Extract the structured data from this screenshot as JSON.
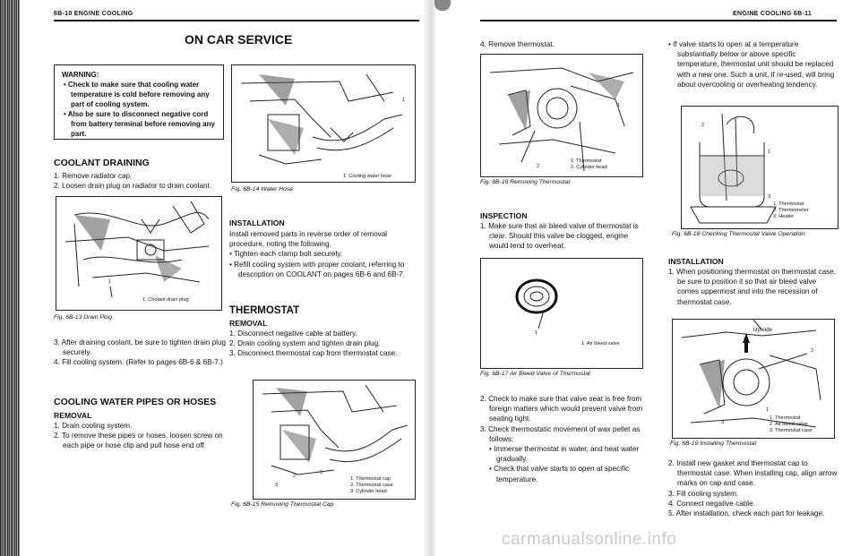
{
  "left_page": {
    "header": "6B-10 ENGINE COOLING",
    "title": "ON CAR SERVICE",
    "warning": {
      "title": "WARNING:",
      "items": [
        "• Check to make sure that cooling water temperature is cold before removing any part of cooling system.",
        "• Also be sure to disconnect negative cord from battery terminal before removing any part."
      ]
    },
    "coolant_draining": {
      "heading": "COOLANT DRAINING",
      "steps": [
        "1. Remove radiator cap.",
        "2. Loosen drain plug on radiator to drain coolant."
      ],
      "steps_after": [
        "3. After draining coolant, be sure to tighten drain plug securely.",
        "4. Fill cooling system. (Refer to pages 6B-6 & 6B-7.)"
      ]
    },
    "fig13": {
      "caption": "Fig. 6B-13 Drain Plug",
      "callout": "1",
      "legend": "1. Coolant drain plug"
    },
    "fig14": {
      "caption": "Fig. 6B-14 Water Hose",
      "callout": "1",
      "legend": "1. Cooling water hose"
    },
    "pipes": {
      "heading": "COOLING WATER PIPES OR HOSES",
      "subheading": "REMOVAL",
      "steps": [
        "1. Drain cooling system.",
        "2. To remove these pipes or hoses, loosen screw on each pipe or hose clip and pull hose end off."
      ]
    },
    "installation": {
      "heading": "INSTALLATION",
      "text": "Install removed parts in reverse order of removal procedure, noting the following.",
      "bullets": [
        "• Tighten each clamp bolt securely.",
        "• Refill cooling system with proper coolant, referring to description on COOLANT on pages 6B-6 and 6B-7."
      ]
    },
    "thermostat": {
      "heading": "THERMOSTAT",
      "subheading": "REMOVAL",
      "steps": [
        "1. Disconnect negative cable at battery.",
        "2. Drain cooling system and tighten drain plug.",
        "3. Disconnect thermostat cap from thermostat case."
      ]
    },
    "fig15": {
      "caption": "Fig. 6B-15 Removing Thermostat Cap",
      "callouts": [
        "1",
        "2",
        "3"
      ],
      "legend": [
        "1. Thermostat cap",
        "2. Thermostat case",
        "3. Cylinder head"
      ]
    }
  },
  "right_page": {
    "header": "ENGINE COOLING 6B-11",
    "step4": "4. Remove thermostat.",
    "fig16": {
      "caption": "Fig. 6B-16 Removing Thermostat",
      "callouts": [
        "1",
        "2"
      ],
      "legend": [
        "1. Thermostat",
        "2. Cylinder head"
      ]
    },
    "inspection": {
      "heading": "INSPECTION",
      "step1": "1. Make sure that air bleed valve of thermostat is clear. Should this valve be clogged, engine would tend to overheat.",
      "step2": "2. Check to make sure that valve seat is free from foreign matters which would prevent valve from seating tight.",
      "step3": "3. Check thermostatic movement of wax pellet as follows:",
      "bullets": [
        "• Immerse thermostat in water, and heat water gradually.",
        "• Check that valve starts to open at specific temperature."
      ],
      "bullet3": "• If valve starts to open at a temperature substantially below or above specific temperature, thermostat unit should be replaced with a new one. Such a unit, if re-used, will bring about overcooling or overheating tendency."
    },
    "fig17": {
      "caption": "Fig. 6B-17 Air Bleed Valve of Thermostat",
      "callout": "1",
      "legend": "1. Air bleed valve"
    },
    "fig18": {
      "caption": "Fig. 6B-18 Checking Thermostat Valve Operation",
      "callouts": [
        "1",
        "2",
        "3"
      ],
      "legend": [
        "1. Thermostat",
        "2. Thermometer",
        "3. Heater"
      ]
    },
    "installation": {
      "heading": "INSTALLATION",
      "step1": "1. When positioning thermostat on thermostat case, be sure to position it so that air bleed valve comes uppermost and into the recession of thermostat case.",
      "steps_after": [
        "2. Install new gasket and thermostat cap to thermostat case. When installing cap, align arrow marks on cap and case.",
        "3. Fill cooling system.",
        "4. Connect negative cable.",
        "5. After installation, check each part for leakage."
      ]
    },
    "fig19": {
      "caption": "Fig. 6B-19 Installing Thermostat",
      "up_label": "Up side",
      "callouts": [
        "1",
        "2",
        "3"
      ],
      "legend": [
        "1. Thermostat",
        "2. Air bleed valve",
        "3. Thermostat case"
      ]
    },
    "watermark": "carmanualsonline.info"
  }
}
